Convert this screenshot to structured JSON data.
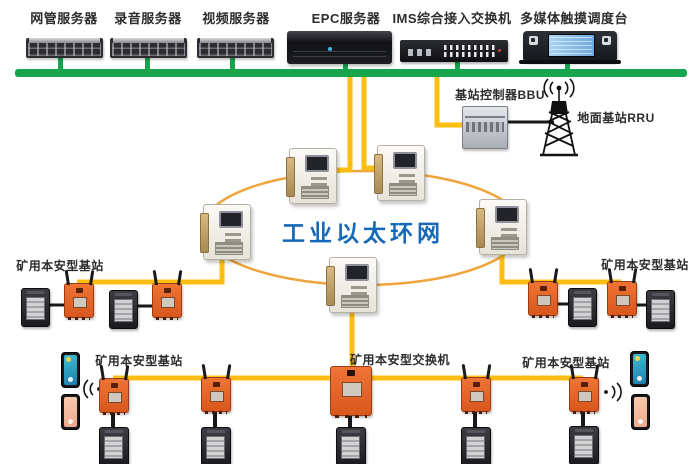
{
  "colors": {
    "backbone_green": "#16a54d",
    "fiber_yellow": "#fcbe12",
    "ring_orange": "#f0a43c",
    "station_orange": "#e2571f",
    "ring_label_blue": "#1668b8"
  },
  "top_row": {
    "servers": [
      {
        "label": "网管服务器"
      },
      {
        "label": "录音服务器"
      },
      {
        "label": "视频服务器"
      }
    ],
    "epc": {
      "label": "EPC服务器"
    },
    "ims": {
      "label": "IMS综合接入交换机"
    },
    "console": {
      "label": "多媒体触摸调度台"
    }
  },
  "surface": {
    "bbu_label": "基站控制器BBU",
    "rru_label": "地面基站RRU"
  },
  "ring": {
    "label": "工业以太环网"
  },
  "groups": {
    "left_label": "矿用本安型基站",
    "right_label": "矿用本安型基站",
    "bottom_left_label": "矿用本安型基站",
    "bottom_switch_label": "矿用本安型交换机",
    "bottom_right_label": "矿用本安型基站"
  }
}
